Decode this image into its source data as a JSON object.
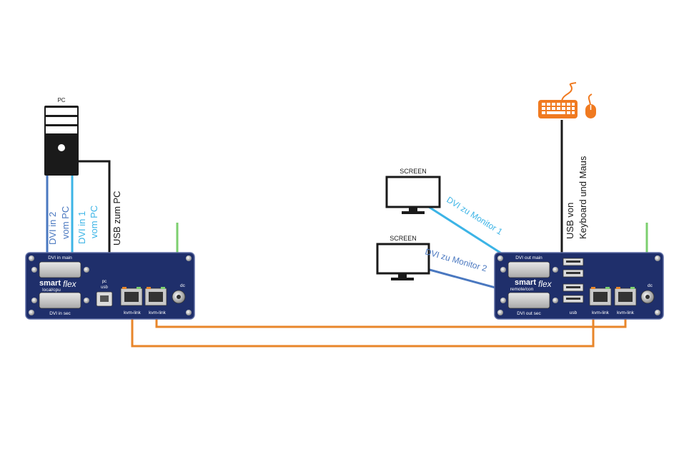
{
  "pc": {
    "title": "PC"
  },
  "screen_upper": {
    "title": "SCREEN"
  },
  "screen_lower": {
    "title": "SCREEN"
  },
  "cables": {
    "dvi_in_2": "DVI in 2",
    "dvi_in_2_from": "vom  PC",
    "dvi_in_1": "DVI in 1",
    "dvi_in_1_from": "vom PC",
    "usb_pc": "USB zum PC",
    "dvi_monitor_1": "DVI zu Monitor 1",
    "dvi_monitor_2": "DVI zu Monitor 2",
    "usb_keyboard": "USB  von",
    "usb_keyboard_2": "Keyboard und Maus"
  },
  "local_unit": {
    "brand": "smart",
    "brand_script": "flex",
    "model": "local/cpu",
    "port_dvi_main": "DVI in main",
    "port_dvi_sec": "DVI in sec",
    "port_usb_top": "pc",
    "port_usb_bottom": "usb",
    "port_kvm_1": "kvm-link",
    "port_kvm_2": "kvm-link",
    "port_dc": "dc"
  },
  "remote_unit": {
    "brand": "smart",
    "brand_script": "flex",
    "model": "remote/con",
    "port_dvi_main": "DVI out main",
    "port_dvi_sec": "DVI out sec",
    "port_usb": "usb",
    "port_kvm_1": "kvm-link",
    "port_kvm_2": "kvm-link",
    "port_dc": "dc"
  },
  "colors": {
    "unit_body": "#1f2f6b",
    "cable_orange": "#e8862a",
    "cable_light_blue": "#3cb4e6",
    "cable_mid_blue": "#4a78c0",
    "cable_black": "#1a1a1a",
    "power_green": "#7ccf6f",
    "peripheral_orange": "#f07a20"
  }
}
